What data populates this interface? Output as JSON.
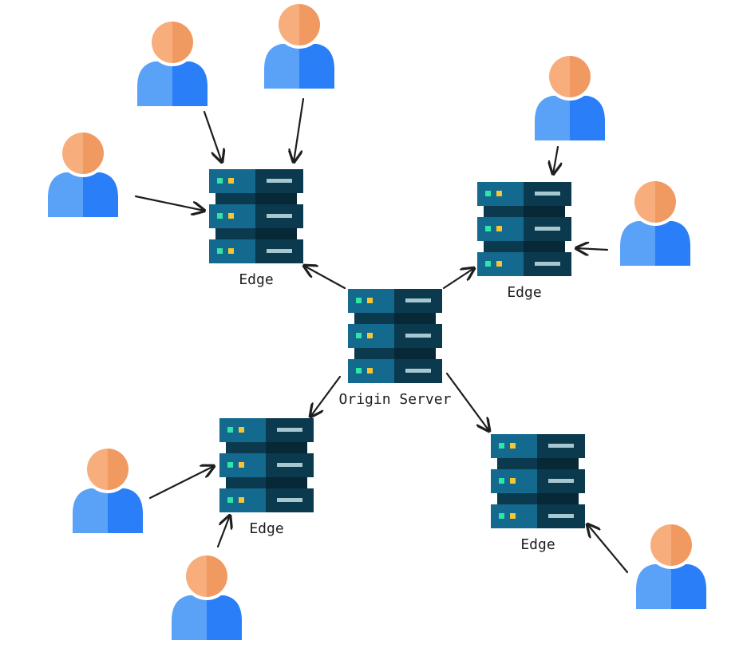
{
  "diagram": {
    "origin": {
      "label": "Origin Server"
    },
    "edges": [
      {
        "id": "top-left",
        "label": "Edge"
      },
      {
        "id": "top-right",
        "label": "Edge"
      },
      {
        "id": "bottom-left",
        "label": "Edge"
      },
      {
        "id": "bottom-right",
        "label": "Edge"
      }
    ]
  },
  "colors": {
    "server_front": "#14698e",
    "server_dark": "#0b3a4f",
    "server_darker": "#072836",
    "led_green": "#2ee6a6",
    "led_yellow": "#f7c531",
    "slot": "#a7c7d1",
    "user_head_light": "#f7ad7c",
    "user_head_dark": "#f09a62",
    "user_body_light": "#5aa2f7",
    "user_body_dark": "#2a7ef7",
    "arrow": "#1e1e1e"
  }
}
